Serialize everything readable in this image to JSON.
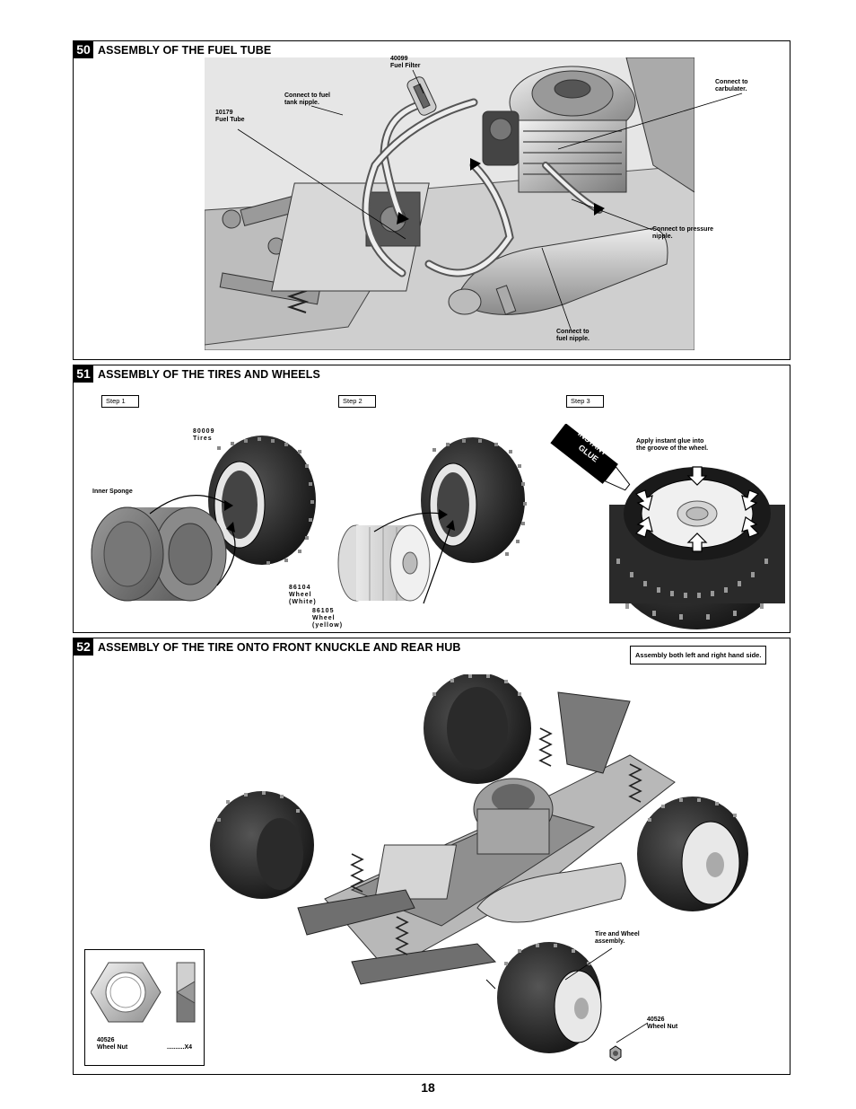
{
  "sections": [
    {
      "number": "50",
      "title": "ASSEMBLY OF THE FUEL TUBE",
      "labels": {
        "fuel_filter": "40099\nFuel Filter",
        "tank_nipple": "Connect to fuel\ntank nipple.",
        "fuel_tube": "10179\nFuel Tube",
        "carburetor": "Connect to\ncarbulater.",
        "pressure": "Connect to pressure\nnipple.",
        "fuel_nipple": "Connect to\nfuel nipple."
      }
    },
    {
      "number": "51",
      "title": "ASSEMBLY OF THE TIRES AND WHEELS",
      "steps": [
        "Step 1",
        "Step 2",
        "Step 3"
      ],
      "labels": {
        "tires": "80009\nTires",
        "inner_sponge": "Inner Sponge",
        "wheel_white": "86104\nWheel\n(White)",
        "wheel_yellow": "86105\nWheel\n(yellow)",
        "instant_glue": "INSTANT\nGLUE",
        "apply_glue": "Apply instant glue into\nthe groove of the wheel."
      }
    },
    {
      "number": "52",
      "title": "ASSEMBLY OF THE TIRE ONTO FRONT KNUCKLE AND REAR HUB",
      "note": "Assembly both left and right hand side.",
      "labels": {
        "tire_wheel": "Tire and Wheel\nassembly.",
        "wheel_nut": "40526\nWheel Nut",
        "inset_nut": "40526\nWheel Nut",
        "inset_qty": "..........X4"
      }
    }
  ],
  "page_number": "18"
}
